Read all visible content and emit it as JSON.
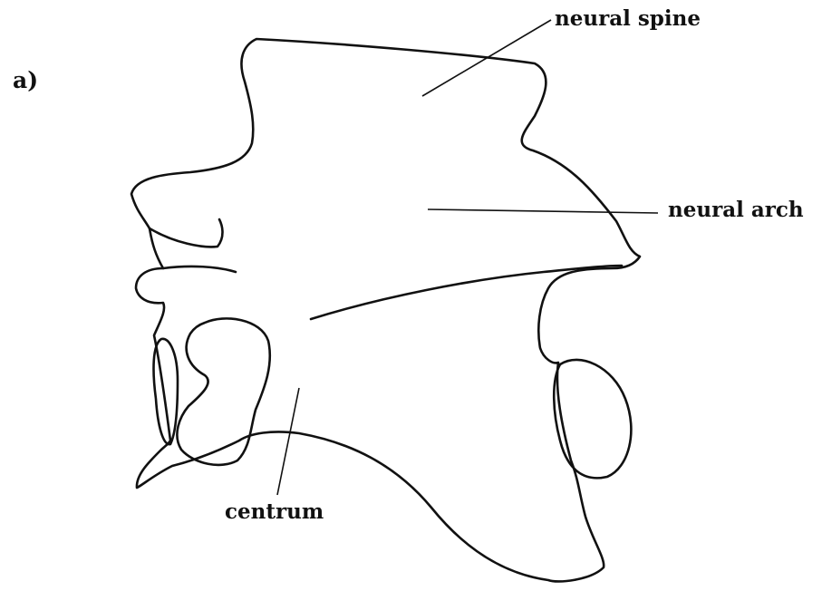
{
  "panel_label": "a)",
  "labels": {
    "neural_spine": "neural spine",
    "neural_arch": "neural arch",
    "centrum": "centrum"
  }
}
